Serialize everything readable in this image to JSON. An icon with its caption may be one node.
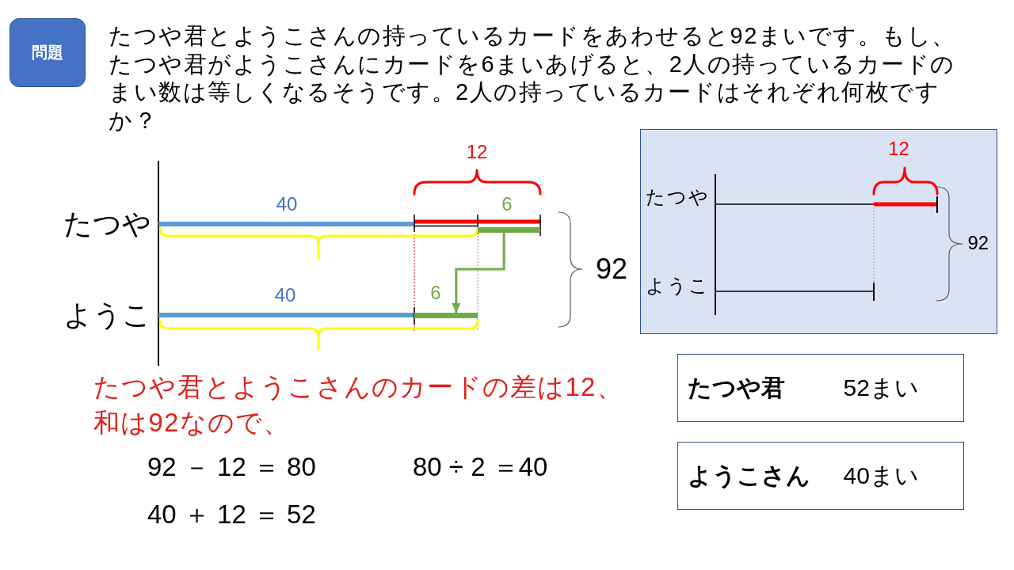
{
  "diagram": {
    "nodes": [
      {
        "text": [
          "問題"
        ]
      },
      {
        "text": [
          "12",
          "たつや",
          "92",
          "ようこ"
        ]
      },
      {
        "text": [],
        "shape": "bar",
        "beside": [
          "6"
        ]
      },
      {
        "text": [],
        "shape": "bar",
        "beside": [
          "6"
        ]
      },
      {
        "text": [
          "たつや君",
          "52まい"
        ]
      },
      {
        "text": [
          "ようこさん",
          "40まい"
        ]
      }
    ],
    "edges": [
      {
        "from": 2,
        "to": 3,
        "arrow": "to"
      }
    ],
    "labels": [
      "たつや君とようこさんの持っているカードをあわせると92まいです。もし、たつや君がようこさんにカードを6まいあげると、2人の持っているカードのまい数は等しくなるそうです。2人の持っているカードはそれぞれ何枚ですか？",
      "12",
      "40",
      "たつや",
      "92",
      "40",
      "ようこ",
      "たつや君とようこさんのカードの差は12、和は92なので、",
      "92 － 12 ＝ 80",
      "80 ÷ 2 ＝40",
      "40 ＋ 12 ＝ 52"
    ]
  }
}
